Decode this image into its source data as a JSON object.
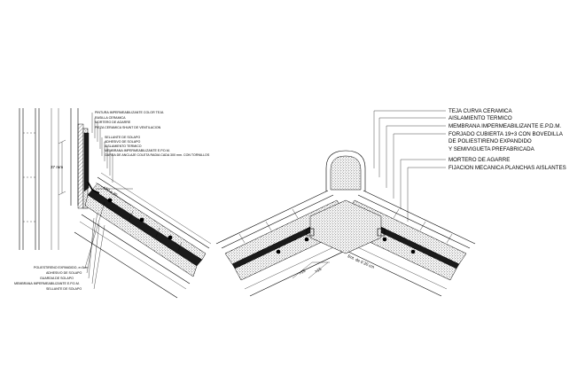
{
  "left_detail": {
    "labels_top": [
      "PINTURA IMPERMEABILIZANTE COLOR TEJA",
      "RASILLA CERAMICA",
      "MORTERO DE AGARRE",
      "PIEZA CERAMICA SHUNT DE VENTILACION",
      "SELLANTE DE SOLAPO",
      "ADHESIVO DE SOLAPO",
      "AISLAMIENTO TERMICO",
      "MEMBRANA IMPERMEABILIZANTE E.P.D.M.",
      "GARRA DE ANCLAJE COLETA RADIA CADA 300 mm. CON TORNILLOS"
    ],
    "labels_bottom": [
      "POLIESTIRENO EXPANDIDO, e=3cm",
      "ADHESIVO DE SOLAPO",
      "GUARDIA DE SOLAPO",
      "MEMBRANA IMPERMEABILIZANTE E.P.D.M.",
      "SELLANTE DE SOLAPO"
    ],
    "dim_vertical": "37 mm",
    "dim_slope": "+10 a 20"
  },
  "right_detail": {
    "labels": [
      "TEJA CURVA CERAMICA",
      "AISLAMIENTO TERMICO",
      "MEMBRANA IMPERMEABILIZANTE E.P.D.M.",
      "FORJADO CUBIERTA 19+3 CON BOVEDILLA",
      "DE POLIESTIRENO EXPANDIDO",
      "Y SEMIVIGUETA PREFABRICADA",
      "MORTERO DE AGARRE",
      "FIJACION MECANICA PLANCHAS AISLANTES"
    ],
    "dim_bottom_left": ">15",
    "dim_bottom_right": ">15",
    "dim_slope": "Ent. de 0 20 cm"
  }
}
